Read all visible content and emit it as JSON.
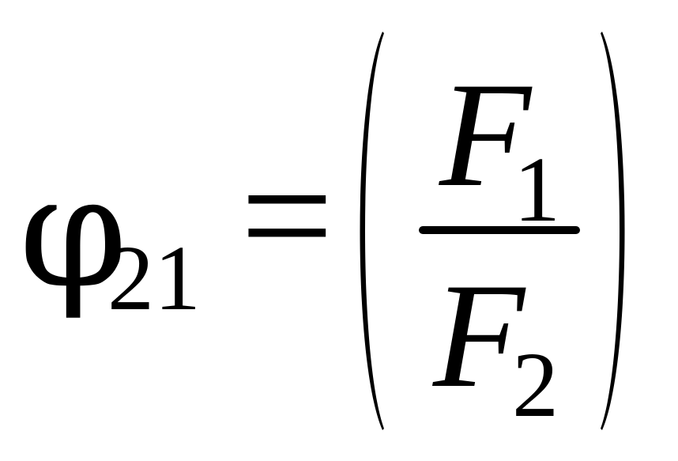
{
  "equation": {
    "lhs_symbol": "φ",
    "lhs_subscript": "21",
    "relation": "=",
    "numerator_symbol": "F",
    "numerator_subscript": "1",
    "denominator_symbol": "F",
    "denominator_subscript": "2"
  },
  "colors": {
    "ink": "#000000",
    "background": "#ffffff"
  }
}
